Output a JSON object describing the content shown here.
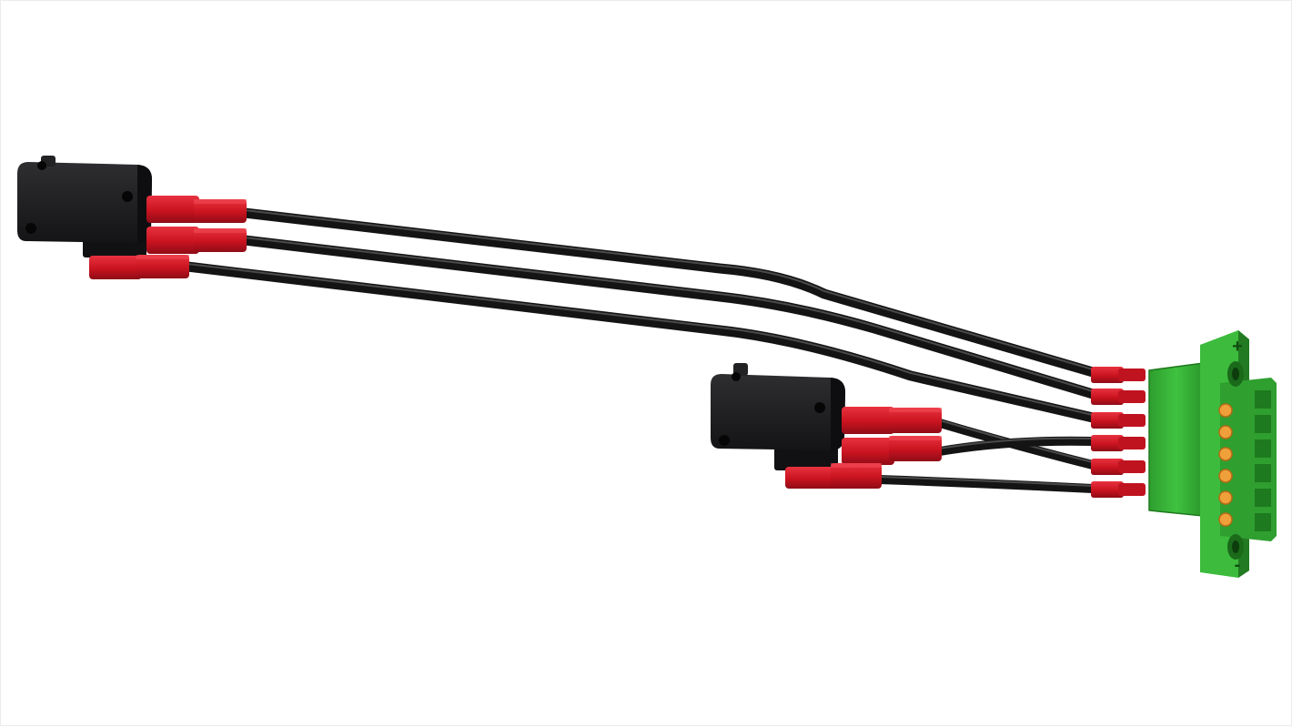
{
  "scene": {
    "colors": {
      "background": "#ffffff",
      "switch_body": "#1d1d1f",
      "switch_shade": "#2c2c2f",
      "insulation": "#d11a2a",
      "insulation_dark": "#9e0f1d",
      "cable": "#1a1a1a",
      "cable_highlight": "#4a4a4a",
      "terminal_block": "#35b335",
      "terminal_block_dark": "#228a22",
      "terminal_screw": "#e8952e"
    },
    "components": [
      {
        "name": "micro-switch-left",
        "type": "micro switch",
        "terminals": 3
      },
      {
        "name": "micro-switch-right",
        "type": "micro switch",
        "terminals": 3
      },
      {
        "name": "plug-connector",
        "type": "pluggable terminal block",
        "positions": 6
      }
    ],
    "connector": {
      "top_polarity": "+",
      "bottom_polarity": "-"
    }
  }
}
